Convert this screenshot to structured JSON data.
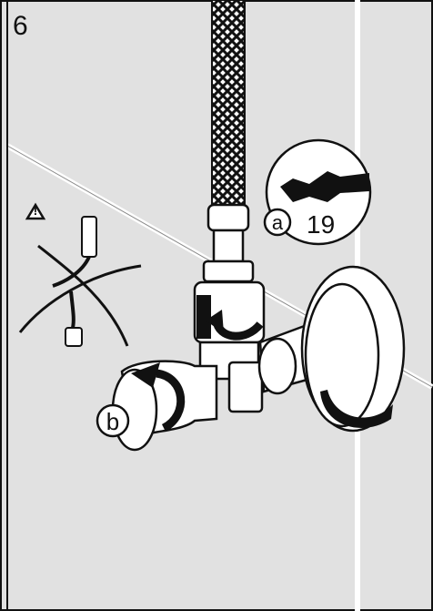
{
  "step": {
    "number": "6"
  },
  "labels": {
    "a": "a",
    "b": "b",
    "wrench_size": "19"
  },
  "icons": [
    "warning-icon",
    "wrench-icon",
    "rotate-arrow-icon"
  ],
  "colors": {
    "panel": "#e1e1e1",
    "line": "#111111",
    "fill_white": "#ffffff"
  }
}
